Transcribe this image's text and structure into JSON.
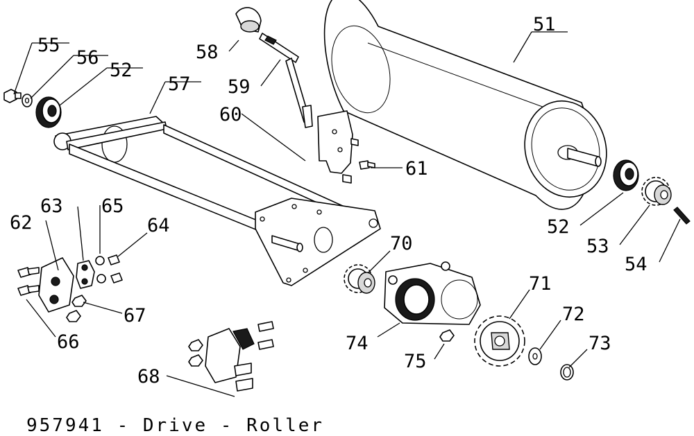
{
  "caption": "957941 - Drive - Roller",
  "callouts": {
    "c51": "51",
    "c52a": "52",
    "c52b": "52",
    "c53": "53",
    "c54": "54",
    "c55": "55",
    "c56": "56",
    "c57": "57",
    "c58": "58",
    "c59": "59",
    "c60": "60",
    "c61": "61",
    "c62": "62",
    "c63": "63",
    "c64": "64",
    "c65": "65",
    "c66": "66",
    "c67": "67",
    "c68": "68",
    "c70": "70",
    "c71": "71",
    "c72": "72",
    "c73": "73",
    "c74": "74",
    "c75": "75"
  }
}
